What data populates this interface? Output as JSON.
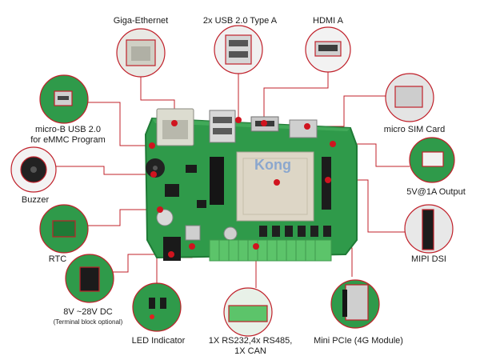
{
  "labels": {
    "giga_ethernet": "Giga-Ethernet",
    "usb_type_a": "2x USB 2.0 Type A",
    "hdmi": "HDMI A",
    "micro_b_line1": "micro-B USB 2.0",
    "micro_b_line2": "for eMMC Program",
    "micro_sim": "micro SIM Card",
    "buzzer": "Buzzer",
    "power_out": "5V@1A Output",
    "rtc": "RTC",
    "mipi_dsi": "MIPI DSI",
    "dc_in": "8V ~28V DC",
    "dc_in_note": "(Terminal block optional)",
    "led": "LED Indicator",
    "serial_line1": "1X RS232,4x RS485,",
    "serial_line2": "1X CAN",
    "mini_pcie": "Mini PCIe (4G Module)"
  },
  "watermark": "Kong",
  "colors": {
    "pcb": "#2f9a4a",
    "pcb_dark": "#1f7a36",
    "callout_line": "#c0202a",
    "dot": "#d0141f",
    "terminal": "#5cc46a",
    "module": "#ddd6c6"
  }
}
